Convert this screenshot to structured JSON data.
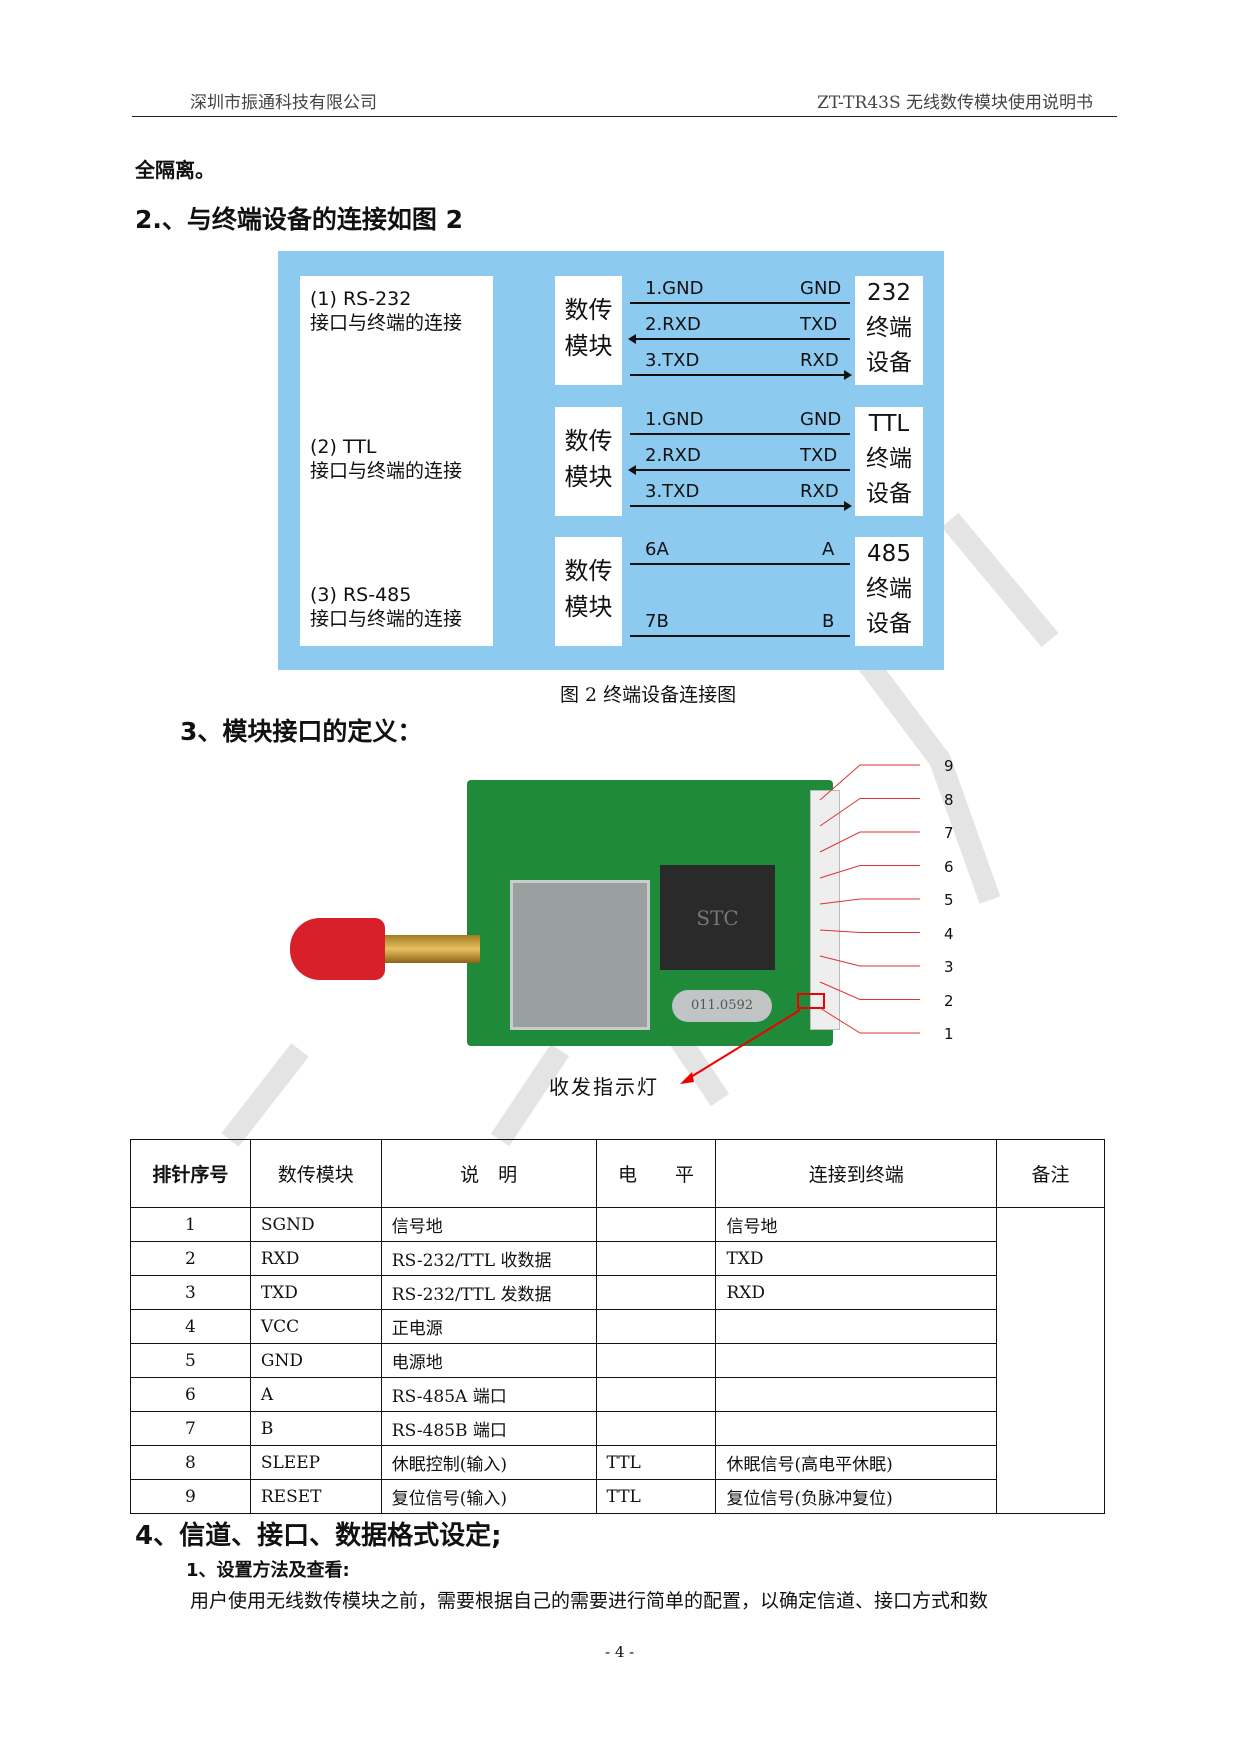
{
  "header": {
    "company": "深圳市振通科技有限公司",
    "doc_title": "ZT-TR43S 无线数传模块使用说明书"
  },
  "intro_tail": "全隔离。",
  "section2": {
    "heading": "2.、与终端设备的连接如图 2",
    "figure": {
      "panels": [
        {
          "label_line1": "(1) RS-232",
          "label_line2": "接口与终端的连接",
          "module": [
            "数传",
            "模块"
          ],
          "terminal": [
            "232",
            "终端",
            "设备"
          ],
          "wires": [
            {
              "left": "1.GND",
              "right": "GND",
              "dir": "none"
            },
            {
              "left": "2.RXD",
              "right": "TXD",
              "dir": "left"
            },
            {
              "left": "3.TXD",
              "right": "RXD",
              "dir": "right"
            }
          ]
        },
        {
          "label_line1": "(2) TTL",
          "label_line2": "接口与终端的连接",
          "module": [
            "数传",
            "模块"
          ],
          "terminal": [
            "TTL",
            "终端",
            "设备"
          ],
          "wires": [
            {
              "left": "1.GND",
              "right": "GND",
              "dir": "none"
            },
            {
              "left": "2.RXD",
              "right": "TXD",
              "dir": "left"
            },
            {
              "left": "3.TXD",
              "right": "RXD",
              "dir": "right"
            }
          ]
        },
        {
          "label_line1": "(3) RS-485",
          "label_line2": "接口与终端的连接",
          "module": [
            "数传",
            "模块"
          ],
          "terminal": [
            "485",
            "终端",
            "设备"
          ],
          "wires": [
            {
              "left": "6A",
              "right": "A",
              "dir": "none"
            },
            {
              "left": "7B",
              "right": "B",
              "dir": "none"
            }
          ]
        }
      ],
      "caption": "图 2 终端设备连接图"
    }
  },
  "section3": {
    "heading": "3、模块接口的定义：",
    "pins": [
      "9",
      "8",
      "7",
      "6",
      "5",
      "4",
      "3",
      "2",
      "1"
    ],
    "led_label": "收发指示灯",
    "chip_text": "STC",
    "crystal_text": "011.0592"
  },
  "table": {
    "headers": [
      "排针序号",
      "数传模块",
      "说　明",
      "电　　平",
      "连接到终端",
      "备注"
    ],
    "rows": [
      [
        "1",
        "SGND",
        "信号地",
        "",
        "信号地"
      ],
      [
        "2",
        "RXD",
        "RS-232/TTL 收数据",
        "",
        "TXD"
      ],
      [
        "3",
        "TXD",
        "RS-232/TTL 发数据",
        "",
        "RXD"
      ],
      [
        "4",
        "VCC",
        "正电源",
        "",
        ""
      ],
      [
        "5",
        "GND",
        "电源地",
        "",
        ""
      ],
      [
        "6",
        "A",
        "RS-485A 端口",
        "",
        ""
      ],
      [
        "7",
        "B",
        "RS-485B 端口",
        "",
        ""
      ],
      [
        "8",
        "SLEEP",
        "休眠控制(输入)",
        "TTL",
        "休眠信号(高电平休眠)"
      ],
      [
        "9",
        "RESET",
        "复位信号(输入)",
        "TTL",
        "复位信号(负脉冲复位)"
      ]
    ]
  },
  "section4": {
    "heading": "4、信道、接口、数据格式设定;",
    "sub": "1、设置方法及查看:",
    "body": "用户使用无线数传模块之前，需要根据自己的需要进行简单的配置，以确定信道、接口方式和数"
  },
  "page_number": "- 4 -"
}
